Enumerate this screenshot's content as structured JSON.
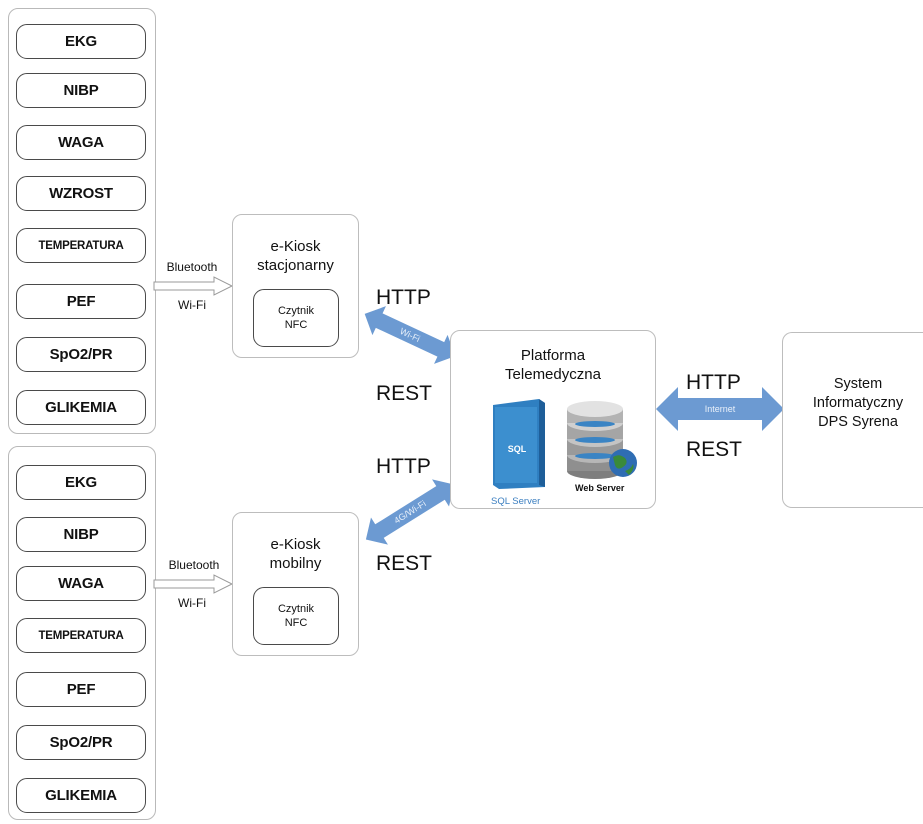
{
  "groups": [
    {
      "devices": [
        "EKG",
        "NIBP",
        "WAGA",
        "WZROST",
        "TEMPERATURA",
        "PEF",
        "SpO2/PR",
        "GLIKEMIA"
      ],
      "connection": {
        "top": "Bluetooth",
        "bottom": "Wi-Fi"
      },
      "kiosk": {
        "title": "e-Kiosk\nstacjonarny",
        "reader": "Czytnik\nNFC"
      },
      "link": {
        "medium": "Wi-Fi",
        "protocol_top": "HTTP",
        "protocol_bottom": "REST"
      }
    },
    {
      "devices": [
        "EKG",
        "NIBP",
        "WAGA",
        "TEMPERATURA",
        "PEF",
        "SpO2/PR",
        "GLIKEMIA"
      ],
      "connection": {
        "top": "Bluetooth",
        "bottom": "Wi-Fi"
      },
      "kiosk": {
        "title": "e-Kiosk\nmobilny",
        "reader": "Czytnik\nNFC"
      },
      "link": {
        "medium": "4G/Wi-Fi",
        "protocol_top": "HTTP",
        "protocol_bottom": "REST"
      }
    }
  ],
  "platform": {
    "title": "Platforma\nTelemedyczna",
    "sql_icon_label": "SQL",
    "sql_caption": "SQL Server",
    "web_caption": "Web Server"
  },
  "internet_link": {
    "medium": "Internet",
    "protocol_top": "HTTP",
    "protocol_bottom": "REST"
  },
  "external_system": {
    "title": "System\nInformatyczny\nDPS Syrena"
  },
  "colors": {
    "arrow": "#6c9ad2",
    "arrow_light": "#9cc0e6",
    "sql_box": "#3c8fcf",
    "db_grey": "#9a9a9a",
    "globe": "#3a7d3a"
  }
}
